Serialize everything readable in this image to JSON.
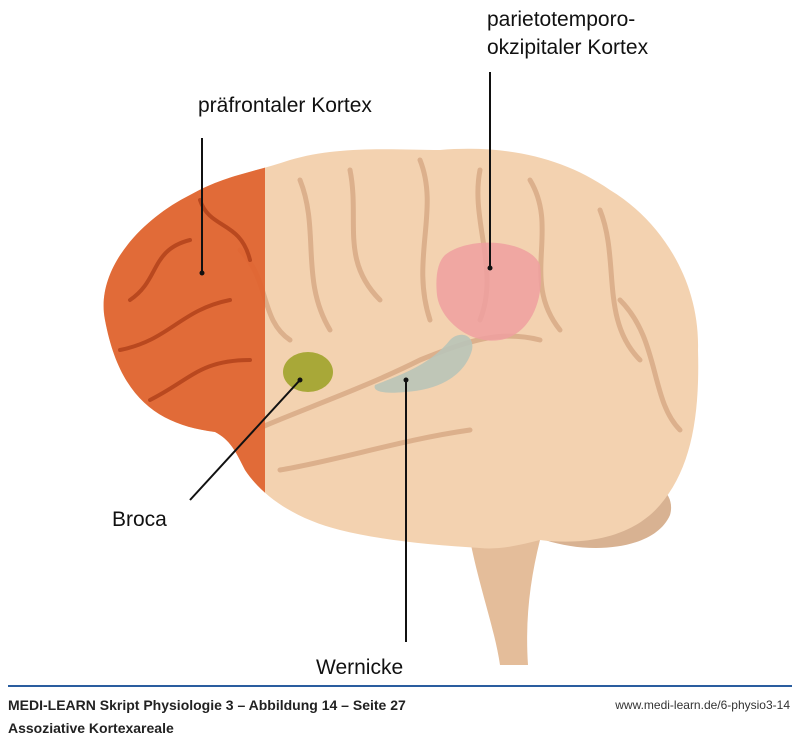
{
  "labels": {
    "prefrontal": "präfrontaler Kortex",
    "pto_line1": "parietotemporo-",
    "pto_line2": "okzipitaler Kortex",
    "broca": "Broca",
    "wernicke": "Wernicke"
  },
  "colors": {
    "brain": "#f3d2b0",
    "prefrontal": "#e0622e",
    "broca": "#a8a838",
    "wernicke": "#b9c4b8",
    "pto": "#eea0a0"
  },
  "footer": {
    "title": "MEDI-LEARN Skript Physiologie 3 – Abbildung 14 – Seite 27",
    "subtitle": "Assoziative Kortexareale",
    "url": "www.medi-learn.de/6-physio3-14"
  }
}
